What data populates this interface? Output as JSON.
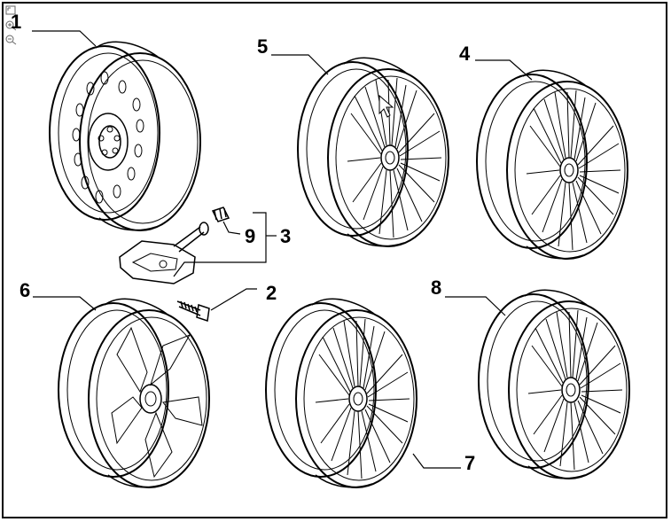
{
  "callouts": {
    "c1": "1",
    "c2": "2",
    "c3": "3",
    "c4": "4",
    "c5": "5",
    "c6": "6",
    "c7": "7",
    "c8": "8",
    "c9": "9"
  },
  "toolbar": {
    "icons": [
      "fit-page-icon",
      "zoom-in-icon",
      "zoom-out-icon"
    ]
  },
  "colors": {
    "line": "#000000",
    "background": "#ffffff"
  }
}
